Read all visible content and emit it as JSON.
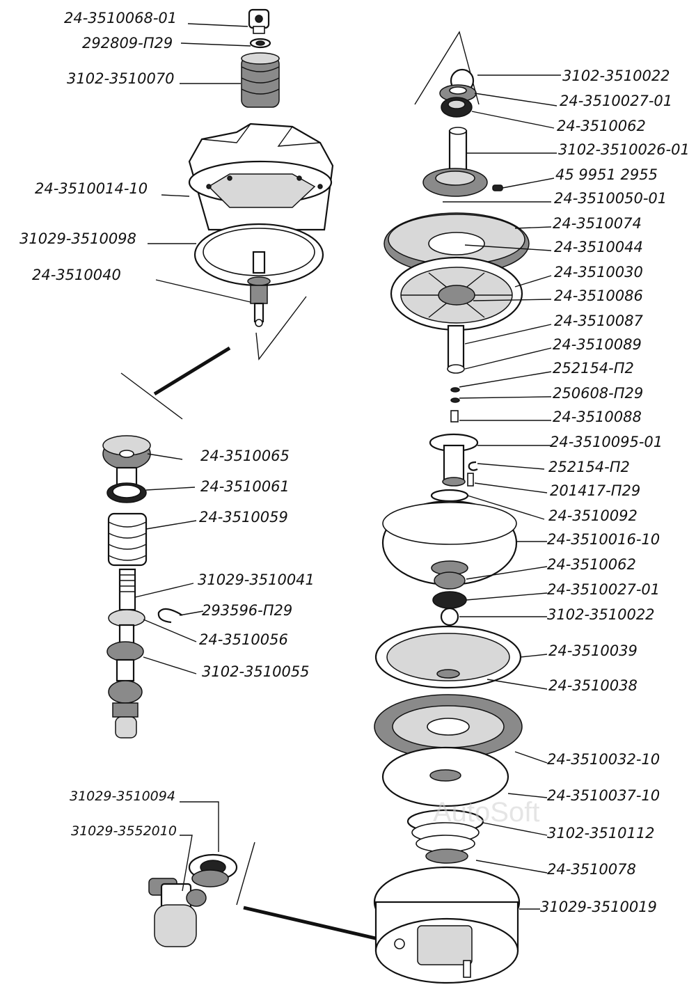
{
  "labels": {
    "l01": "24-3510068-01",
    "l02": "292809-П29",
    "l03": "3102-3510070",
    "l04": "24-3510014-10",
    "l05": "31029-3510098",
    "l06": "24-3510040",
    "l07": "24-3510065",
    "l08": "24-3510061",
    "l09": "24-3510059",
    "l10": "31029-3510041",
    "l11": "293596-П29",
    "l12": "24-3510056",
    "l13": "3102-3510055",
    "l14": "31029-3510094",
    "l15": "31029-3552010",
    "r01": "3102-3510022",
    "r02": "24-3510027-01",
    "r03": "24-3510062",
    "r04": "3102-3510026-01",
    "r05": "45 9951 2955",
    "r06": "24-3510050-01",
    "r07": "24-3510074",
    "r08": "24-3510044",
    "r09": "24-3510030",
    "r10": "24-3510086",
    "r11": "24-3510087",
    "r12": "24-3510089",
    "r13": "252154-П2",
    "r14": "250608-П29",
    "r15": "24-3510088",
    "r16": "24-3510095-01",
    "r17": "252154-П2",
    "r18": "201417-П29",
    "r19": "24-3510092",
    "r20": "24-3510016-10",
    "r21": "24-3510062",
    "r22": "24-3510027-01",
    "r23": "3102-3510022",
    "r24": "24-3510039",
    "r25": "24-3510038",
    "r26": "24-3510032-10",
    "r27": "24-3510037-10",
    "r28": "3102-3510112",
    "r29": "24-3510078",
    "r30": "31029-3510019"
  },
  "watermark": "AutoSoft"
}
